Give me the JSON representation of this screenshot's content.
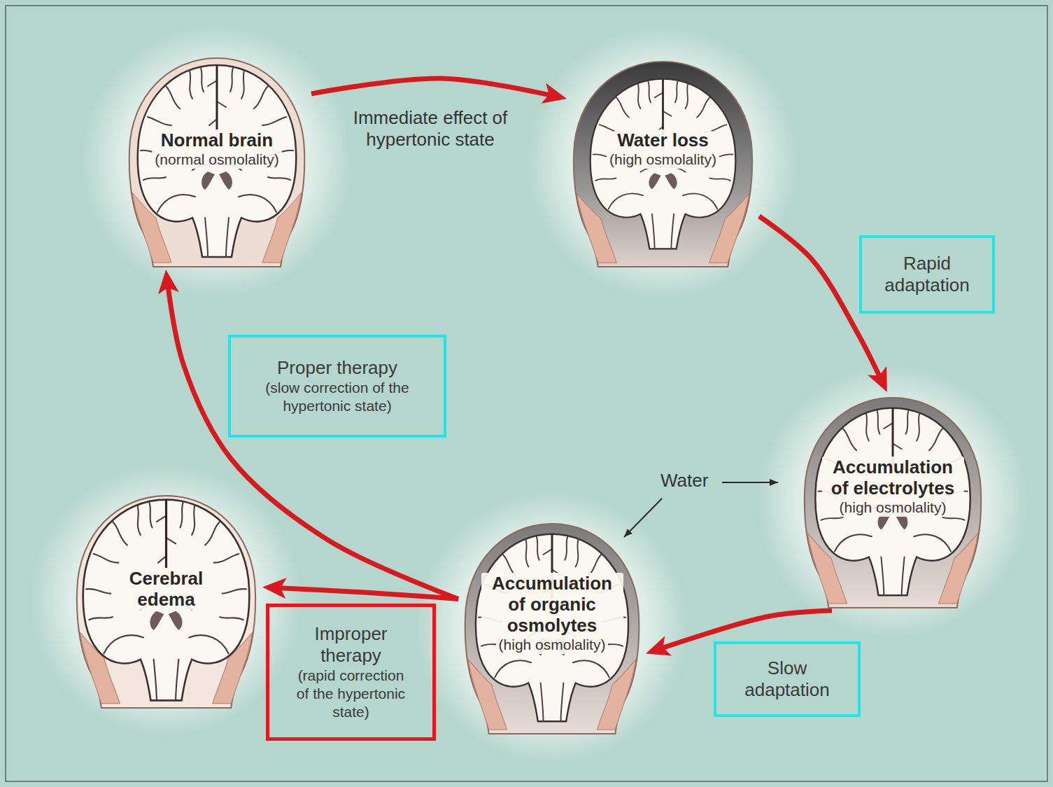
{
  "diagram": {
    "nodes": [
      {
        "text": [
          "Normal brain",
          "(normal osmolality)"
        ]
      },
      {
        "text": [
          "Water loss",
          "(high osmolality)"
        ]
      },
      {
        "text": [
          "Rapid adaptation"
        ]
      },
      {
        "text": [
          "Proper therapy",
          "(slow correction of the hypertonic state)"
        ]
      },
      {
        "text": [
          "Accumulation of electrolytes",
          "(high osmolality)"
        ]
      },
      {
        "text": [
          "Cerebral edema"
        ]
      },
      {
        "text": [
          "Accumulation of organic osmolytes",
          "(high osmolality)"
        ]
      },
      {
        "text": [
          "Improper therapy",
          "(rapid correction of the hypertonic state)"
        ]
      },
      {
        "text": [
          "Slow adaptation"
        ]
      }
    ],
    "edges": [
      {
        "from": 0,
        "to": 1,
        "arrow": "to",
        "label": "Immediate effect of hypertonic state"
      },
      {
        "from": 1,
        "to": 4,
        "arrow": "to"
      },
      {
        "from": 4,
        "to": 6,
        "arrow": "to"
      },
      {
        "from": 6,
        "to": 0,
        "arrow": "to"
      },
      {
        "from": 6,
        "to": 5,
        "arrow": "to"
      }
    ],
    "labels": [
      "Water"
    ]
  }
}
